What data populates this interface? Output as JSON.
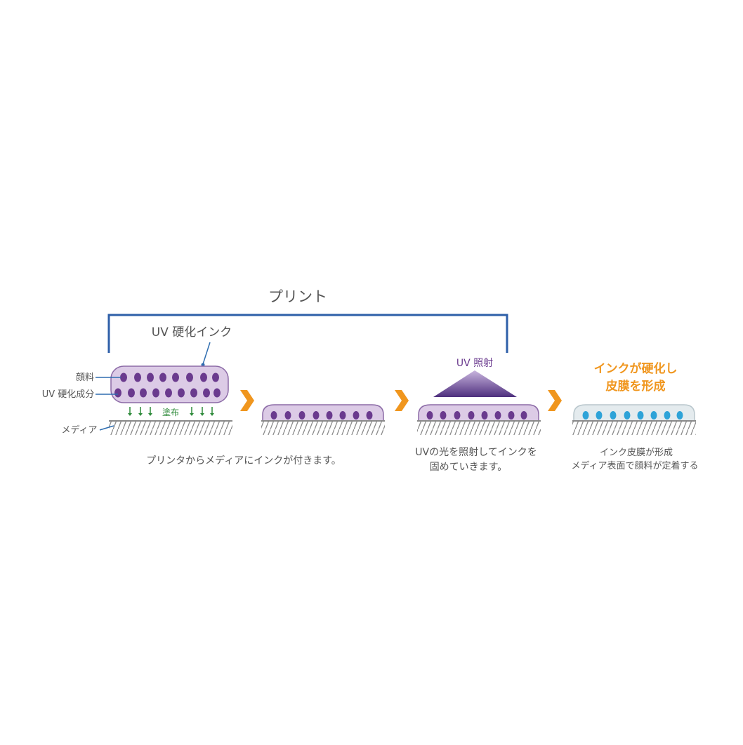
{
  "header": {
    "print_label": "プリント"
  },
  "stage1": {
    "ink_label": "UV 硬化インク",
    "pigment_label": "顔料",
    "uv_component_label": "UV 硬化成分",
    "media_label": "メディア",
    "coating_label": "塗布",
    "caption": "プリンタからメディアにインクが付きます。"
  },
  "stage3": {
    "uv_label": "UV 照射",
    "caption_line1": "UVの光を照射してインクを",
    "caption_line2": "固めていきます。"
  },
  "stage4": {
    "title_line1": "インクが硬化し",
    "title_line2": "皮膜を形成",
    "caption_line1": "インク皮膜が形成",
    "caption_line2": "メディア表面で顔料が定着する"
  },
  "colors": {
    "bracket": "#2e5fa8",
    "pointer": "#2e6db0",
    "ink_fill": "#dccbe6",
    "ink_stroke": "#8b6aa6",
    "dot": "#6a3a8e",
    "cured_fill": "#e4ebee",
    "cured_stroke": "#b8c6cc",
    "cured_dot": "#2ea3d8",
    "arrow": "#f0961e",
    "title_orange": "#f0961e",
    "coating_arrow": "#2e8a3a",
    "uv_text": "#6a3a8e",
    "text": "#555555",
    "media_line": "#8a8a8a"
  }
}
